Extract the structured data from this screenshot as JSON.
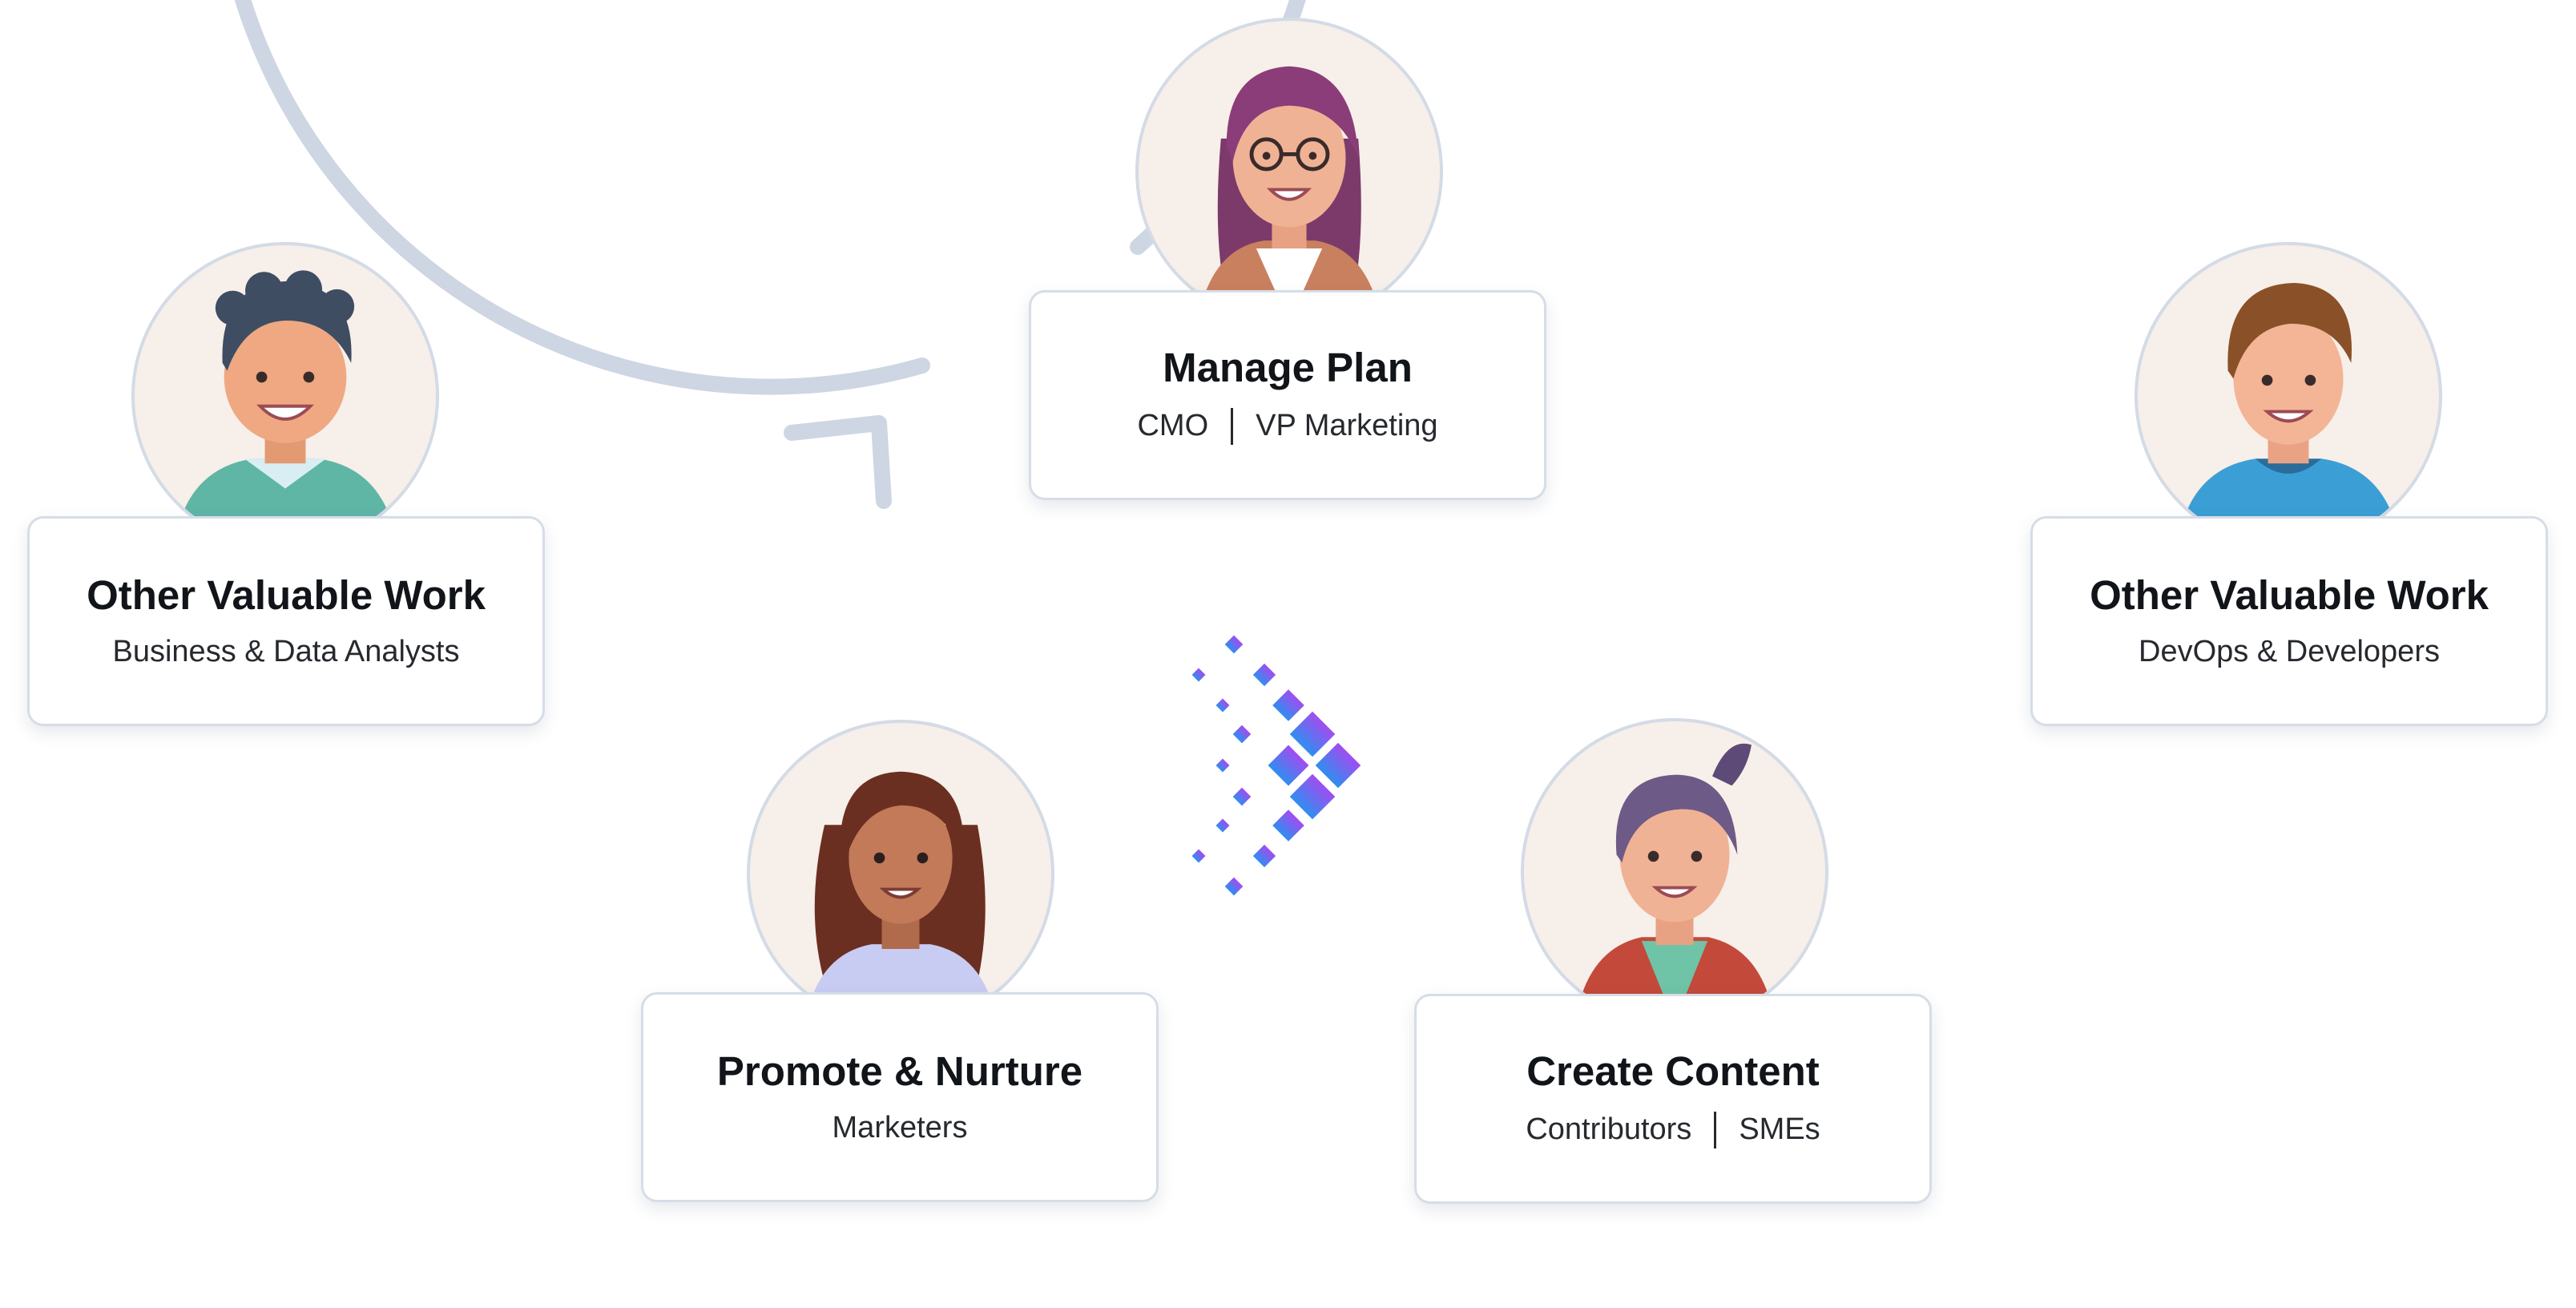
{
  "nodes": [
    {
      "id": "manage",
      "title": "Manage Plan",
      "roles": [
        "CMO",
        "VP Marketing"
      ],
      "avatar_icon": "woman-glasses-avatar-icon"
    },
    {
      "id": "create",
      "title": "Create Content",
      "roles": [
        "Contributors",
        "SMEs"
      ],
      "avatar_icon": "man-topknot-avatar-icon"
    },
    {
      "id": "promote",
      "title": "Promote & Nurture",
      "roles": [
        "Marketers"
      ],
      "avatar_icon": "woman-curly-hair-avatar-icon"
    }
  ],
  "side_nodes": [
    {
      "id": "analysts",
      "title": "Other Valuable Work",
      "roles": [
        "Business & Data Analysts"
      ],
      "avatar_icon": "man-curly-hair-avatar-icon"
    },
    {
      "id": "devops",
      "title": "Other Valuable Work",
      "roles": [
        "DevOps & Developers"
      ],
      "avatar_icon": "man-blue-shirt-avatar-icon"
    }
  ],
  "colors": {
    "ring": "#cdd6e2",
    "card_border": "#d6dde7",
    "avatar_bg": "#f7efe9",
    "logo_gradient": [
      "#a14df0",
      "#2f8ef0"
    ]
  },
  "center_icon": "brand-logo-arrow-icon"
}
